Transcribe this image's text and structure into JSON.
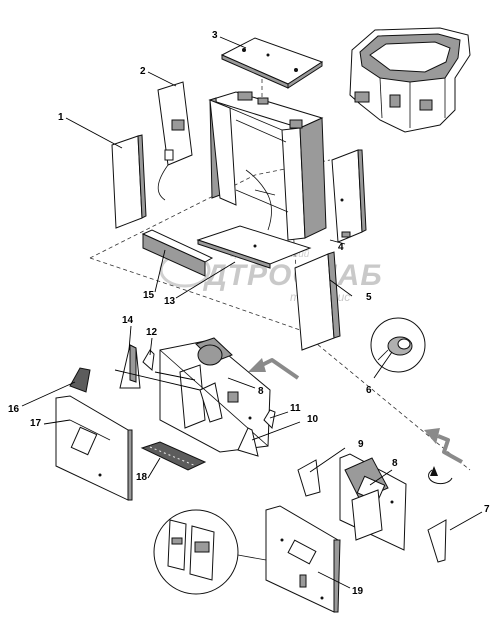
{
  "watermark": {
    "top": "группа компаний",
    "brand": "ДТРОСНАБ",
    "sub": "техсервис"
  },
  "callouts": [
    {
      "id": "1",
      "label": "1"
    },
    {
      "id": "2",
      "label": "2"
    },
    {
      "id": "3",
      "label": "3"
    },
    {
      "id": "4",
      "label": "4"
    },
    {
      "id": "5",
      "label": "5"
    },
    {
      "id": "6",
      "label": "6"
    },
    {
      "id": "7",
      "label": "7"
    },
    {
      "id": "8a",
      "label": "8"
    },
    {
      "id": "8b",
      "label": "8"
    },
    {
      "id": "9",
      "label": "9"
    },
    {
      "id": "10",
      "label": "10"
    },
    {
      "id": "11",
      "label": "11"
    },
    {
      "id": "12",
      "label": "12"
    },
    {
      "id": "13",
      "label": "13"
    },
    {
      "id": "14",
      "label": "14"
    },
    {
      "id": "15",
      "label": "15"
    },
    {
      "id": "16",
      "label": "16"
    },
    {
      "id": "17",
      "label": "17"
    },
    {
      "id": "18",
      "label": "18"
    },
    {
      "id": "19",
      "label": "19"
    }
  ]
}
